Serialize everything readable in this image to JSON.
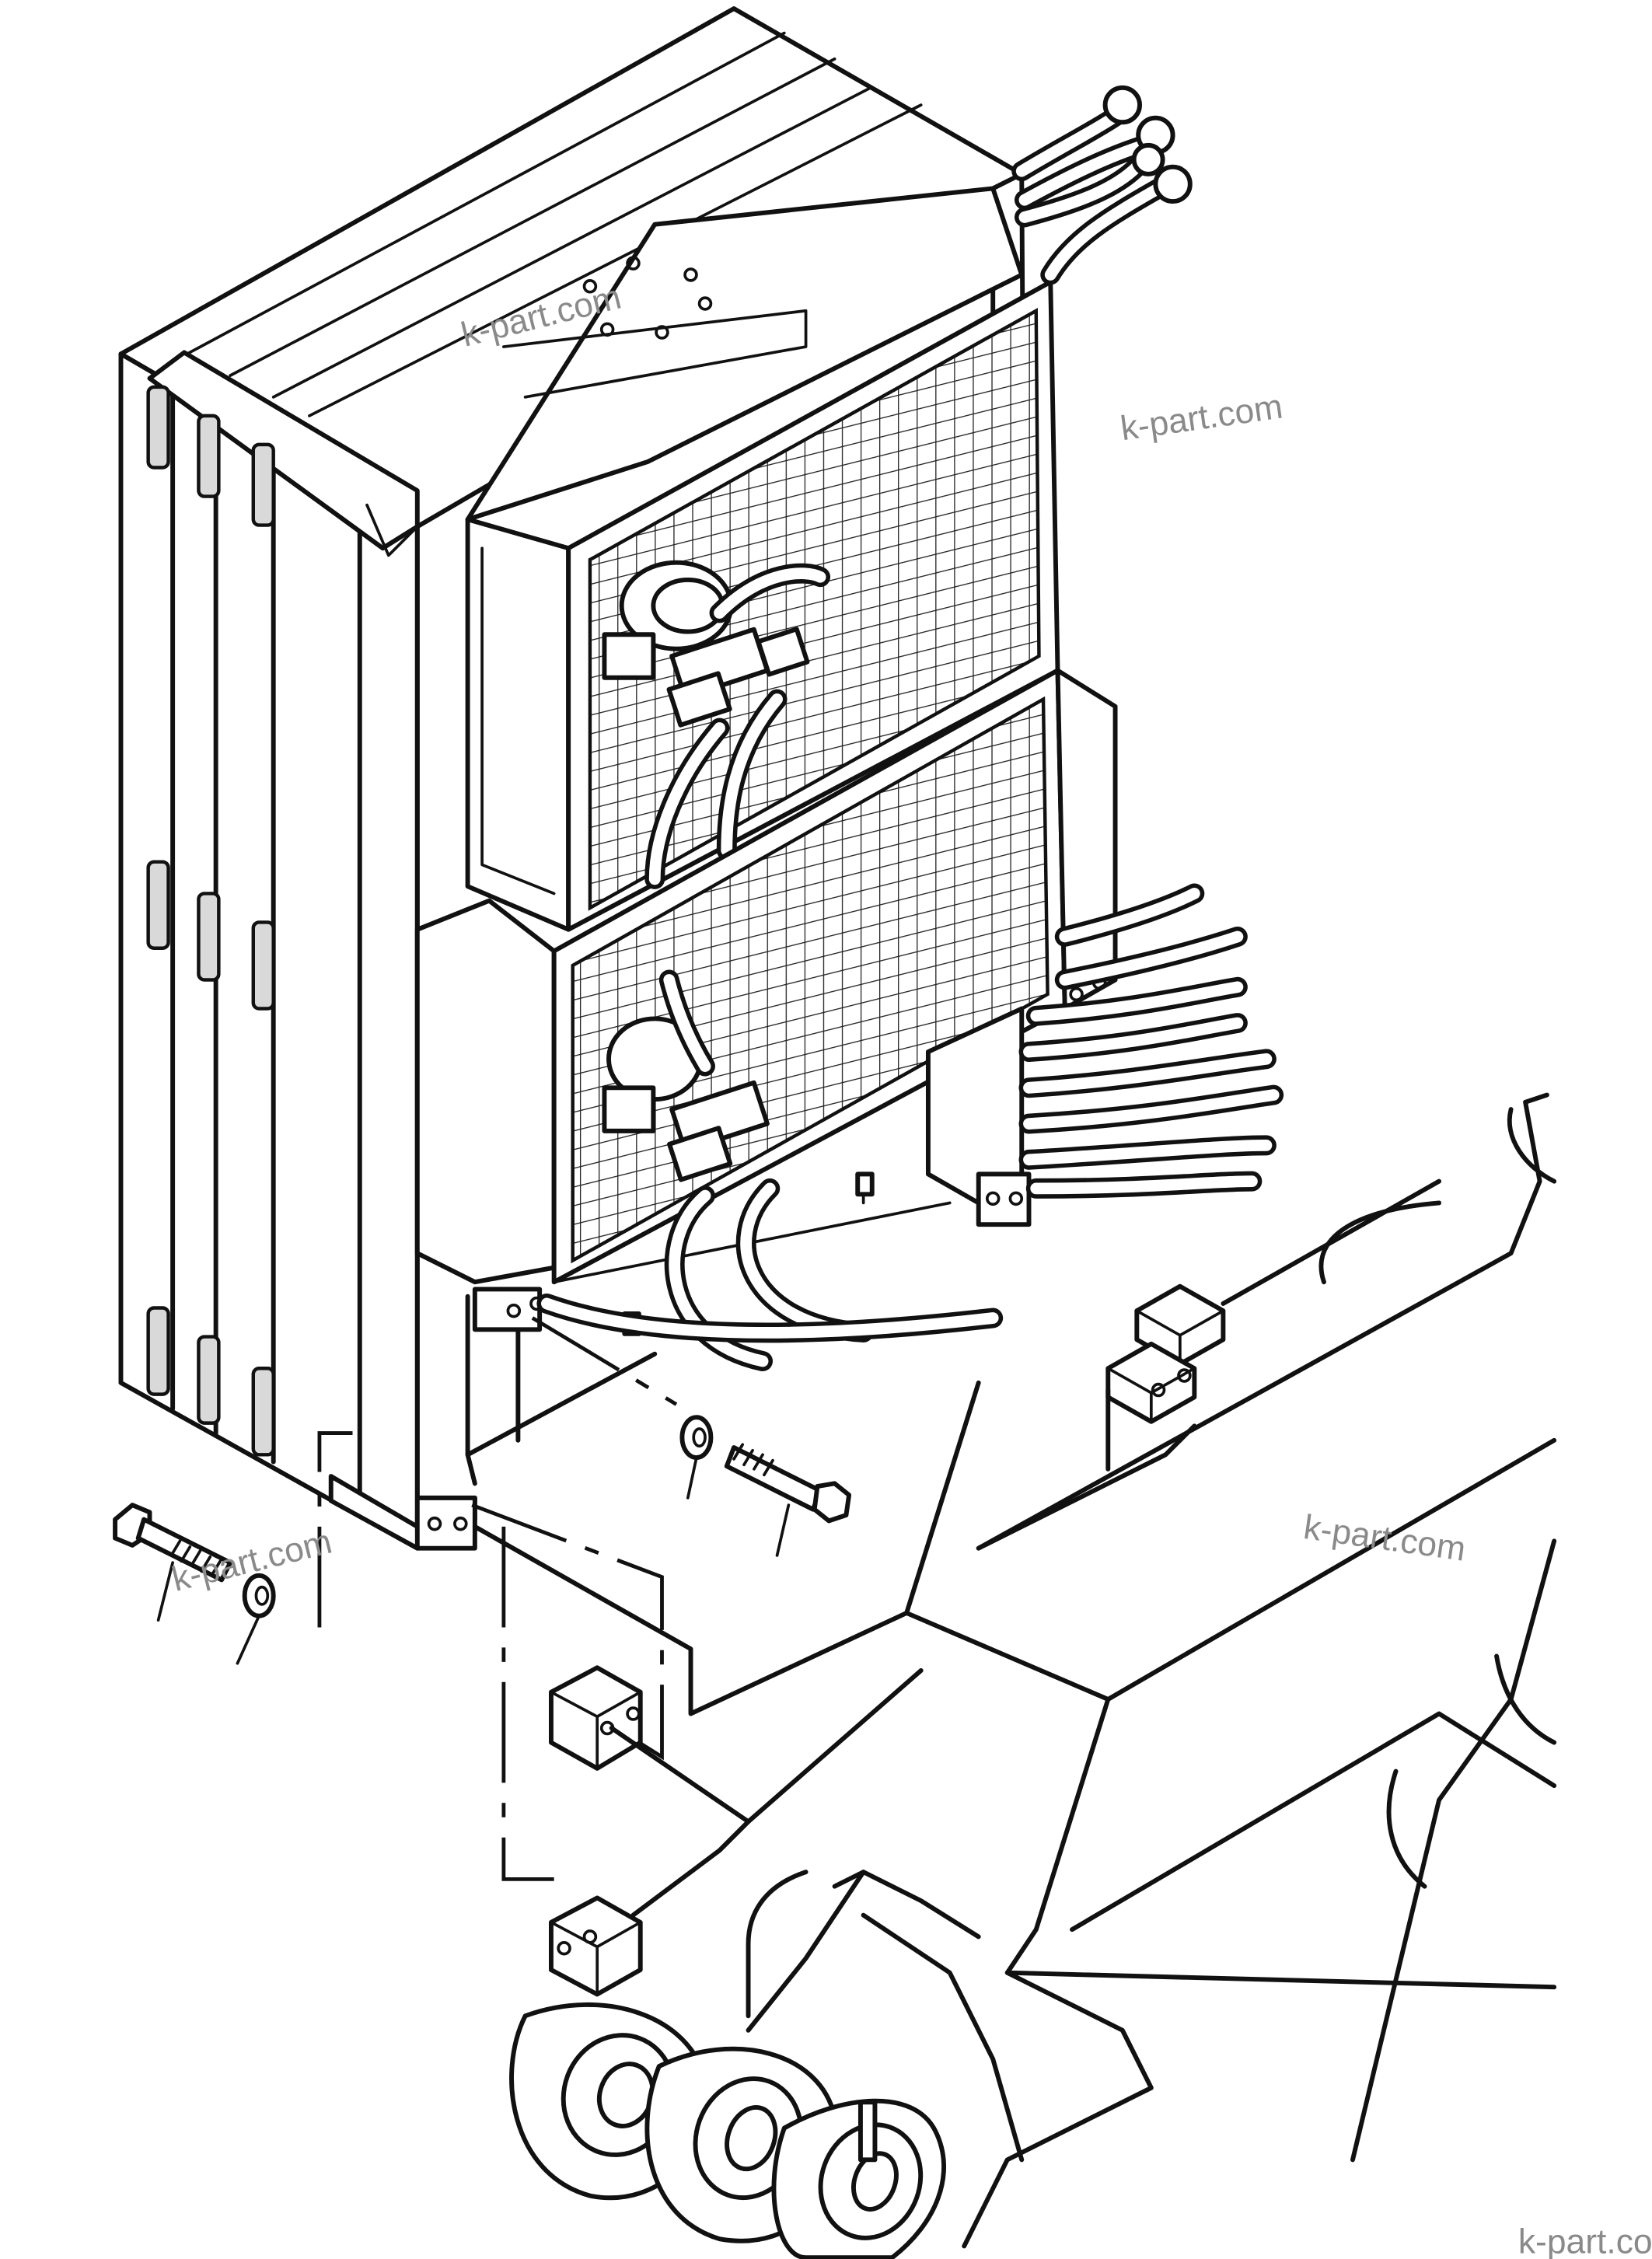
{
  "watermarks": {
    "wm1": "k-part.com",
    "wm2": "k-part.com",
    "wm3": "k-part.com",
    "wm4": "k-part.com",
    "wm5": "k-part.com"
  },
  "colors": {
    "line": "#111111",
    "background": "#ffffff",
    "watermark": "#8a8a8a"
  },
  "icons": [
    "hex-bolt-icon",
    "washer-icon",
    "hose-fitting-icon"
  ]
}
